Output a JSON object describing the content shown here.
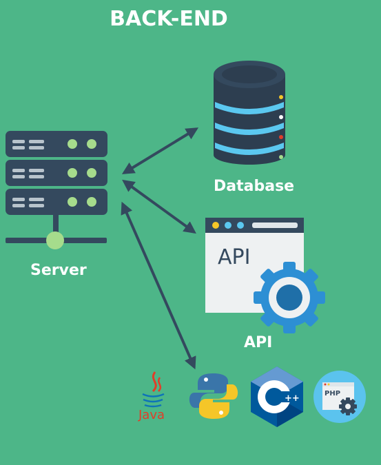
{
  "title": "BACK-END",
  "nodes": {
    "server": {
      "label": "Server"
    },
    "database": {
      "label": "Database"
    },
    "api": {
      "label": "API",
      "window_text": "API"
    }
  },
  "languages": [
    {
      "name": "Java",
      "logo_text": "Java"
    },
    {
      "name": "Python"
    },
    {
      "name": "C++",
      "logo_text": "++"
    },
    {
      "name": "PHP",
      "logo_text": "PHP"
    }
  ],
  "colors": {
    "background": "#4db688",
    "server_body": "#34495e",
    "db_body": "#2d3e50",
    "db_stripe": "#5bc8f0",
    "arrow": "#34495e",
    "api_gear": "#2d8fd4",
    "java_red": "#e23d28",
    "java_blue": "#0e73b8",
    "python_blue": "#3a75a9",
    "python_yellow": "#f5c628",
    "cpp_blue": "#00599c",
    "php_bg": "#5bc3ee"
  },
  "icons": [
    "server-icon",
    "database-icon",
    "api-window-icon",
    "gear-icon",
    "java-logo-icon",
    "python-logo-icon",
    "cpp-logo-icon",
    "php-logo-icon"
  ]
}
